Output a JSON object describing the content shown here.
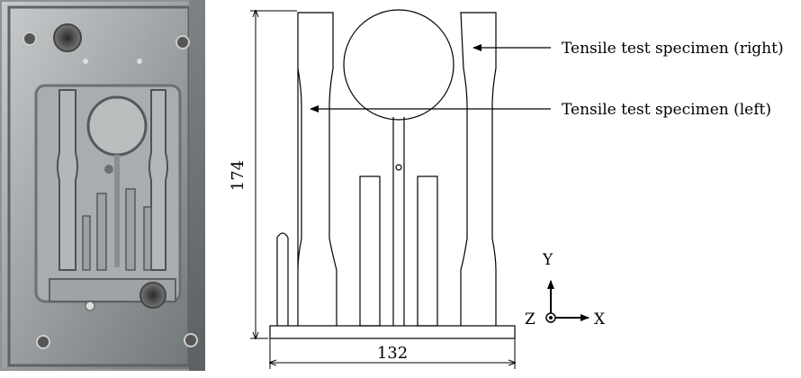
{
  "photo": {
    "description_name": "mold-plate-photo"
  },
  "dimensions": {
    "height": "174",
    "width": "132"
  },
  "callouts": {
    "right": "Tensile test specimen (right)",
    "left": "Tensile test specimen (left)"
  },
  "axes": {
    "y": "Y",
    "z": "Z",
    "x": "X"
  },
  "colors": {
    "line": "#000000",
    "photo_steel": "#9a9fa1"
  }
}
